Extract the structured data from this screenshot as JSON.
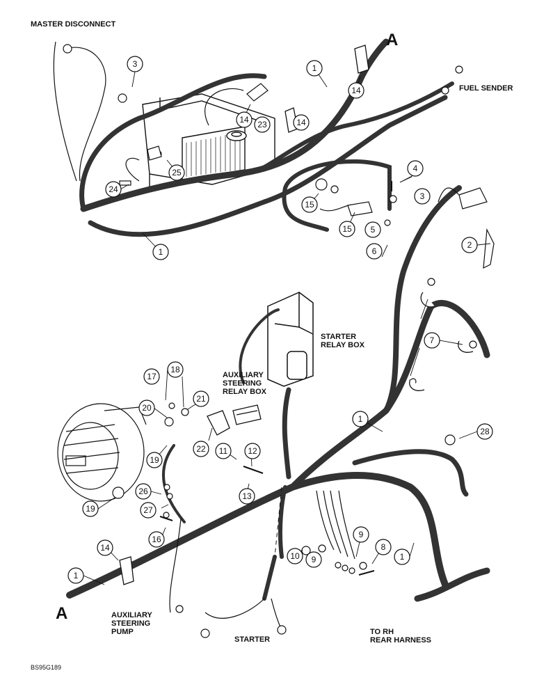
{
  "labels": {
    "master_disconnect": "MASTER DISCONNECT",
    "fuel_sender": "FUEL SENDER",
    "starter_relay_box": [
      "STARTER",
      "RELAY BOX"
    ],
    "aux_steering_relay_box": [
      "AUXILIARY",
      "STEERING",
      "RELAY BOX"
    ],
    "aux_steering_pump": [
      "AUXILIARY",
      "STEERING",
      "PUMP"
    ],
    "starter": "STARTER",
    "rh_rear_harness": [
      "TO RH",
      "REAR HARNESS"
    ],
    "match_mark": "A",
    "drawing_code": "BS95G189"
  },
  "callouts": [
    "1",
    "1",
    "1",
    "1",
    "1",
    "2",
    "3",
    "3",
    "4",
    "5",
    "6",
    "7",
    "8",
    "9",
    "9",
    "10",
    "11",
    "12",
    "13",
    "14",
    "14",
    "14",
    "14",
    "15",
    "15",
    "16",
    "17",
    "18",
    "19",
    "19",
    "20",
    "21",
    "22",
    "23",
    "24",
    "25",
    "26",
    "27",
    "28"
  ],
  "colors": {
    "ink": "#111111",
    "paper": "#ffffff"
  }
}
